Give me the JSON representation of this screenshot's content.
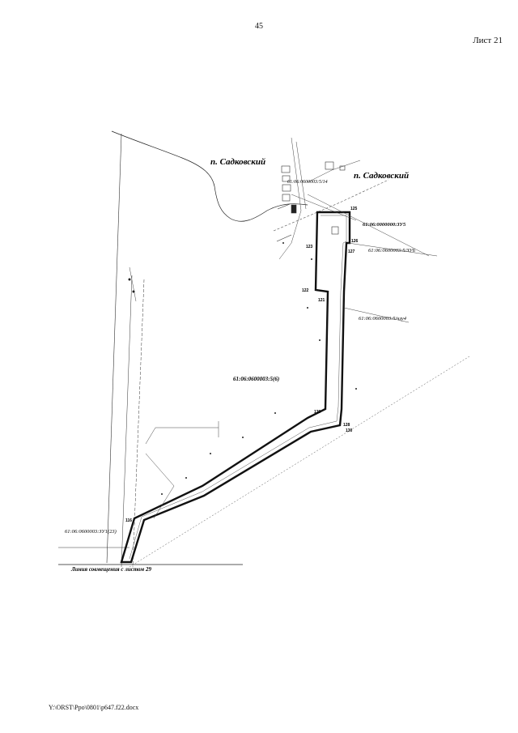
{
  "page": {
    "page_number": "45",
    "sheet_label": "Лист 21",
    "footer_path": "Y:\\ORST\\Ppo\\0801\\p647.f22.docx"
  },
  "map": {
    "settlement_1": "п. Садковский",
    "settlement_2": "п. Садковский",
    "parcel_main": "61:06:0600003:5(6)",
    "parcel_zu5": "61:06:0000000:ЗУ5",
    "parcel_zu6": "61:06:0600003:5/ЗУ6",
    "parcel_chzu4": "61:06:0600003:5/чзу4",
    "parcel_zu23": "61:06:0600003:ЗУ1(23)",
    "parcel_top": "61:06:0600003:5/14",
    "match_line": "Линия совмещения с листом 29",
    "points": {
      "p121": "121",
      "p122": "122",
      "p123": "123",
      "p125": "125",
      "p126": "126",
      "p127": "127",
      "p128": "128",
      "p129": "129",
      "p130": "130",
      "p116": "116"
    }
  }
}
